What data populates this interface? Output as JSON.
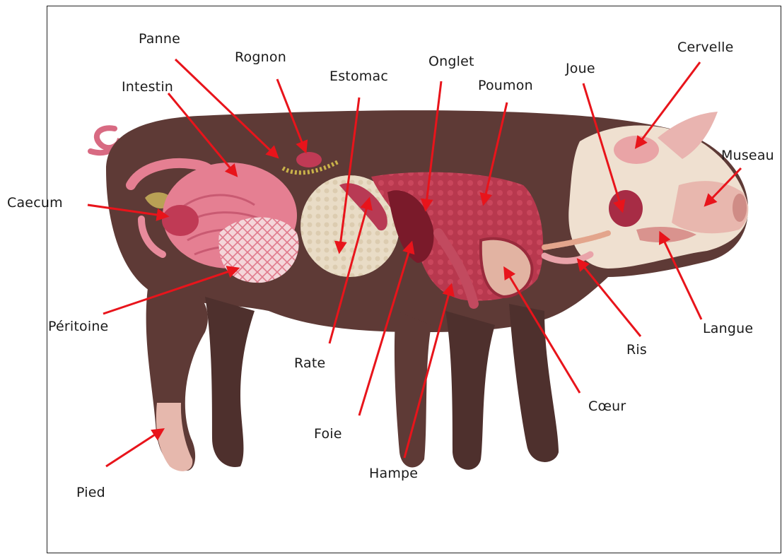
{
  "diagram": {
    "subject_icon": "pig-anatomy-illustration",
    "arrow_color": "#e8141b",
    "colors": {
      "body": "#5e3a36",
      "organ_pink": "#e57f92",
      "organ_red": "#b8384e",
      "liver": "#7a1a2a",
      "stomach": "#e9dcc6",
      "snout": "#e8b7ae"
    },
    "labels": {
      "panne": "Panne",
      "rognon": "Rognon",
      "estomac": "Estomac",
      "onglet": "Onglet",
      "poumon": "Poumon",
      "joue": "Joue",
      "cervelle": "Cervelle",
      "museau": "Museau",
      "intestin": "Intestin",
      "caecum": "Caecum",
      "peritoine": "Péritoine",
      "rate": "Rate",
      "foie": "Foie",
      "hampe": "Hampe",
      "coeur": "Cœur",
      "ris": "Ris",
      "langue": "Langue",
      "pied": "Pied"
    }
  }
}
